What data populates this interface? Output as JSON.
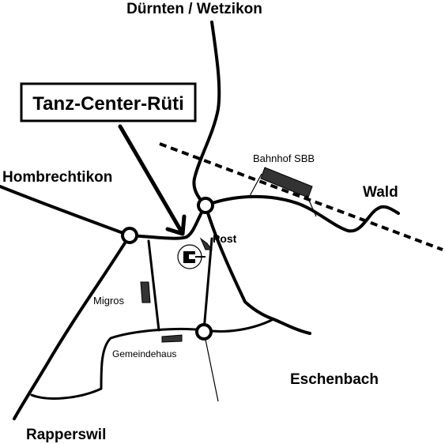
{
  "map": {
    "title": "Tanz-Center-Rüti",
    "places": {
      "north": "Dürnten / Wetzikon",
      "west": "Hombrechtikon",
      "east": "Wald",
      "southeast": "Eschenbach",
      "southwest": "Rapperswil"
    },
    "landmarks": {
      "station": "Bahnhof SBB",
      "post": "Post",
      "migros": "Migros",
      "townhall": "Gemeindehaus"
    }
  }
}
